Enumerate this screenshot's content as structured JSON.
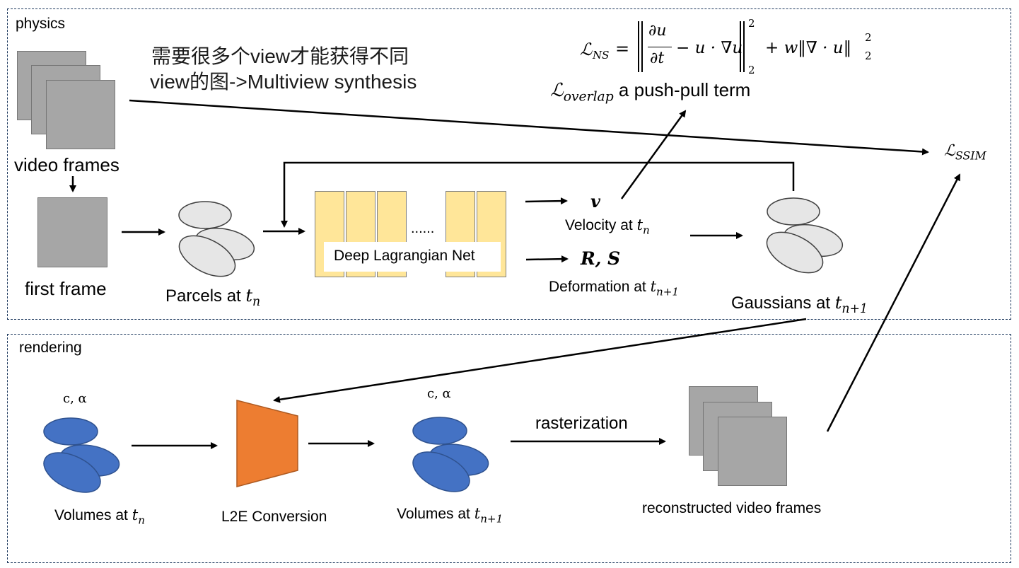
{
  "sections": {
    "physics_label": "physics",
    "rendering_label": "rendering"
  },
  "note": {
    "line1": "需要很多个view才能获得不同",
    "line2": "view的图->Multiview synthesis"
  },
  "physics": {
    "video_frames": "video frames",
    "first_frame": "first frame",
    "parcels_prefix": "Parcels at ",
    "parcels_var": "t",
    "parcels_sub": "n",
    "net_label": "Deep Lagrangian Net",
    "net_ellipsis": "......",
    "velocity_symbol": "v",
    "velocity_prefix": "Velocity at ",
    "velocity_var": "t",
    "velocity_sub": "n",
    "deform_symbol": "R, S",
    "deform_prefix": "Deformation at ",
    "deform_var": "t",
    "deform_sub": "n+1",
    "gauss_prefix": "Gaussians at ",
    "gauss_var": "t",
    "gauss_sub": "n+1"
  },
  "losses": {
    "ns_name": "ℒ",
    "ns_sub": "NS",
    "ns_equals": "=",
    "ns_frac_top": "∂u",
    "ns_frac_bottom": "∂t",
    "ns_middle": "− u · ∇u",
    "ns_sq1": "2",
    "ns_sub2": "2",
    "ns_tail": "+ w‖∇ · u‖",
    "ns_tail_sup": "2",
    "ns_tail_sub": "2",
    "overlap_name": "ℒ",
    "overlap_sub": "overlap",
    "overlap_desc": "a push-pull term",
    "ssim_name": "ℒ",
    "ssim_sub": "SSIM"
  },
  "rendering": {
    "c_alpha_1": "c, α",
    "c_alpha_2": "c, α",
    "vol_n_prefix": "Volumes at ",
    "vol_n_var": "t",
    "vol_n_sub": "n",
    "l2e_label": "L2E Conversion",
    "vol_n1_prefix": "Volumes at ",
    "vol_n1_var": "t",
    "vol_n1_sub": "n+1",
    "rasterization": "rasterization",
    "recon_frames": "reconstructed video frames"
  },
  "colors": {
    "frame_gray": "#a6a6a6",
    "net_yellow": "#ffe699",
    "parcel_gray": "#e6e6e6",
    "volume_blue": "#4472c4",
    "l2e_orange": "#ed7d31",
    "section_border": "#1f3a5f"
  }
}
